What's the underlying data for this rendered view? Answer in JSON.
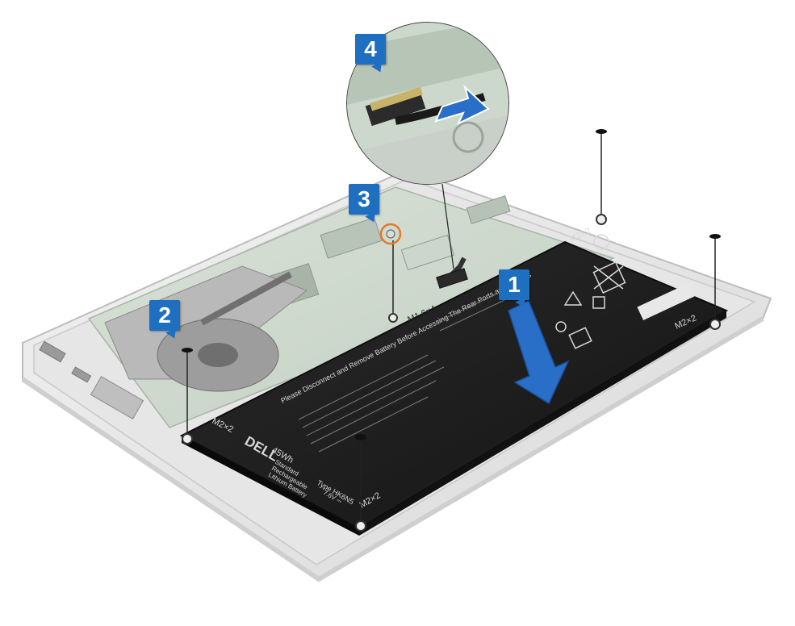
{
  "callouts": [
    {
      "id": "1",
      "label": "1"
    },
    {
      "id": "2",
      "label": "2"
    },
    {
      "id": "3",
      "label": "3"
    },
    {
      "id": "4",
      "label": "4"
    }
  ],
  "screw_labels": {
    "m16x4": "M1.6×4",
    "m2x2_top_right": "M2×2",
    "m2x2_far_right": "M2×2",
    "m2x2_left": "M2×2",
    "m2x2_bottom": "M2×2"
  },
  "battery": {
    "brand": "DELL",
    "capacity": "45Wh",
    "type_line1": "Standard",
    "type_line2": "Rechargeable",
    "type_line3": "Lithium Battery",
    "model": "Type HK6N5",
    "voltage": "7.6V ⎓",
    "warning_banner": "Please Disconnect and Remove Battery Before Accessing The Rear Ports and Devices"
  },
  "colors": {
    "callout_blue": "#1f6fc1",
    "arrow_blue": "#2a6fc7",
    "screw_highlight": "#e07a2e",
    "battery_black": "#1c1c1c"
  }
}
